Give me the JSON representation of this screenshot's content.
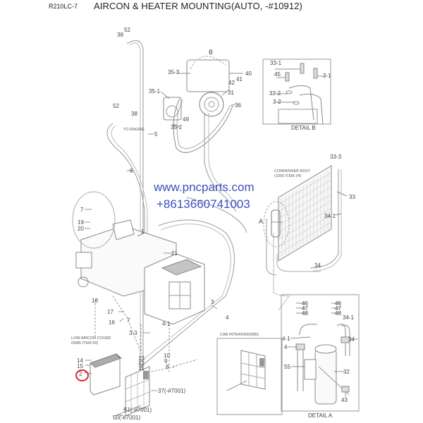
{
  "header": {
    "model": "R210LC-7",
    "title": "AIRCON & HEATER MOUNTING(AUTO, -#10912)"
  },
  "watermark": {
    "url": "www.pncparts.com",
    "phone": "+8613660741003",
    "color": "#2a3fb8"
  },
  "highlight": {
    "part": "2",
    "color": "#dd2233"
  },
  "notes": {
    "to_engine": "TO ENGINE",
    "condenser_assy": "CONDENSER ASSY",
    "condenser_ref": "(1050 ITEM 24)",
    "low_aircon_cover": "LOW AIRCON COVER",
    "low_aircon_ref": "(6085 ITEM 99)",
    "cab_interior": "CAB INTERIOR(6085)"
  },
  "details": {
    "detail_a": "DETAIL A",
    "detail_b": "DETAIL B",
    "callout_a": "A",
    "callout_b": "B"
  },
  "parts": {
    "p52a": "52",
    "p38a": "38",
    "p52b": "52",
    "p38b": "38",
    "p5": "5",
    "p6": "6",
    "p35_3": "35-3",
    "p35_1": "35-1",
    "p35_2": "35-2",
    "p49": "49",
    "p40": "40",
    "p41": "41",
    "p42": "42",
    "p31": "31",
    "p36": "36",
    "p33_1": "33-1",
    "p45": "45",
    "p3_1": "3-1",
    "p33_2": "33-2",
    "p3_2": "3-2",
    "p33_3": "33-3",
    "p33": "33",
    "p34_1": "34-1",
    "p34": "34",
    "p7a": "7",
    "p19a": "19",
    "p20": "20",
    "p1": "1",
    "p21": "21",
    "p18": "18",
    "p17": "17",
    "p7b": "7",
    "p16": "16",
    "p4_1": "4-1",
    "p3_3": "3-3",
    "p3": "3",
    "p4": "4",
    "p13": "13",
    "p12": "12",
    "p11": "11",
    "p10": "10",
    "p9": "9",
    "p8": "8",
    "p14": "14",
    "p15": "15",
    "p2": "2",
    "p37": "37(-#7001)",
    "p51": "51(-#7001)",
    "p50": "50(-#7001)",
    "da_46a": "46",
    "da_47a": "47",
    "da_48a": "48",
    "da_46b": "46",
    "da_47b": "47",
    "da_48b": "48",
    "da_34_1": "34-1",
    "da_4_1": "4-1",
    "da_4": "4",
    "da_34": "34",
    "da_55": "55",
    "da_32": "32",
    "da_43": "43"
  }
}
